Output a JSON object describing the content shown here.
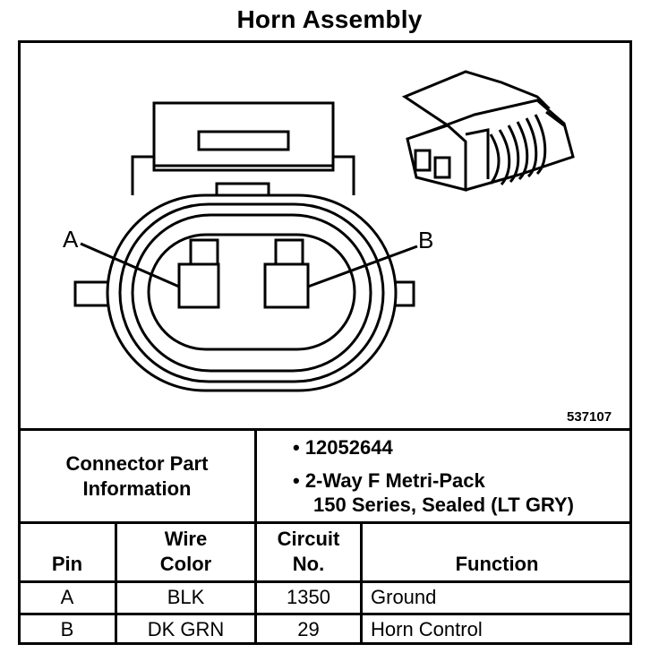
{
  "title": "Horn Assembly",
  "figure_number": "537107",
  "pin_labels": {
    "a": "A",
    "b": "B"
  },
  "connector_info": {
    "label_line1": "Connector Part",
    "label_line2": "Information",
    "bullet1": "• 12052644",
    "bullet2_line1": "• 2-Way F Metri-Pack",
    "bullet2_line2": "150 Series, Sealed (LT GRY)"
  },
  "table": {
    "headers": {
      "pin": "Pin",
      "wire_line1": "Wire",
      "wire_line2": "Color",
      "circuit_line1": "Circuit",
      "circuit_line2": "No.",
      "function": "Function"
    },
    "rows": [
      {
        "pin": "A",
        "wire": "BLK",
        "circuit": "1350",
        "function": "Ground"
      },
      {
        "pin": "B",
        "wire": "DK GRN",
        "circuit": "29",
        "function": "Horn Control"
      }
    ]
  }
}
